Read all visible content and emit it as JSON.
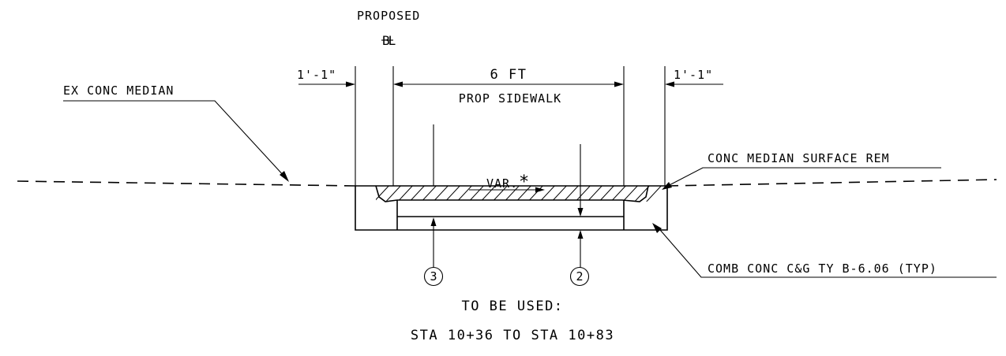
{
  "labels": {
    "proposed": "PROPOSED",
    "baseline_symbol": "BL",
    "dim_left": "1'-1\"",
    "dim_right": "1'-1\"",
    "dim_center": "6 FT",
    "prop_sidewalk": "PROP SIDEWALK",
    "ex_conc_median": "EX CONC MEDIAN",
    "conc_median_surface_rem": "CONC MEDIAN SURFACE REM",
    "var": "VAR.",
    "asterisk": "*",
    "comb_conc": "COMB CONC C&G TY B-6.06 (TYP)",
    "callout_3": "3",
    "callout_2": "2",
    "to_be_used": "TO BE USED:",
    "station_range": "STA 10+36 TO STA 10+83"
  },
  "colors": {
    "ink": "#000000",
    "paper": "#ffffff"
  }
}
